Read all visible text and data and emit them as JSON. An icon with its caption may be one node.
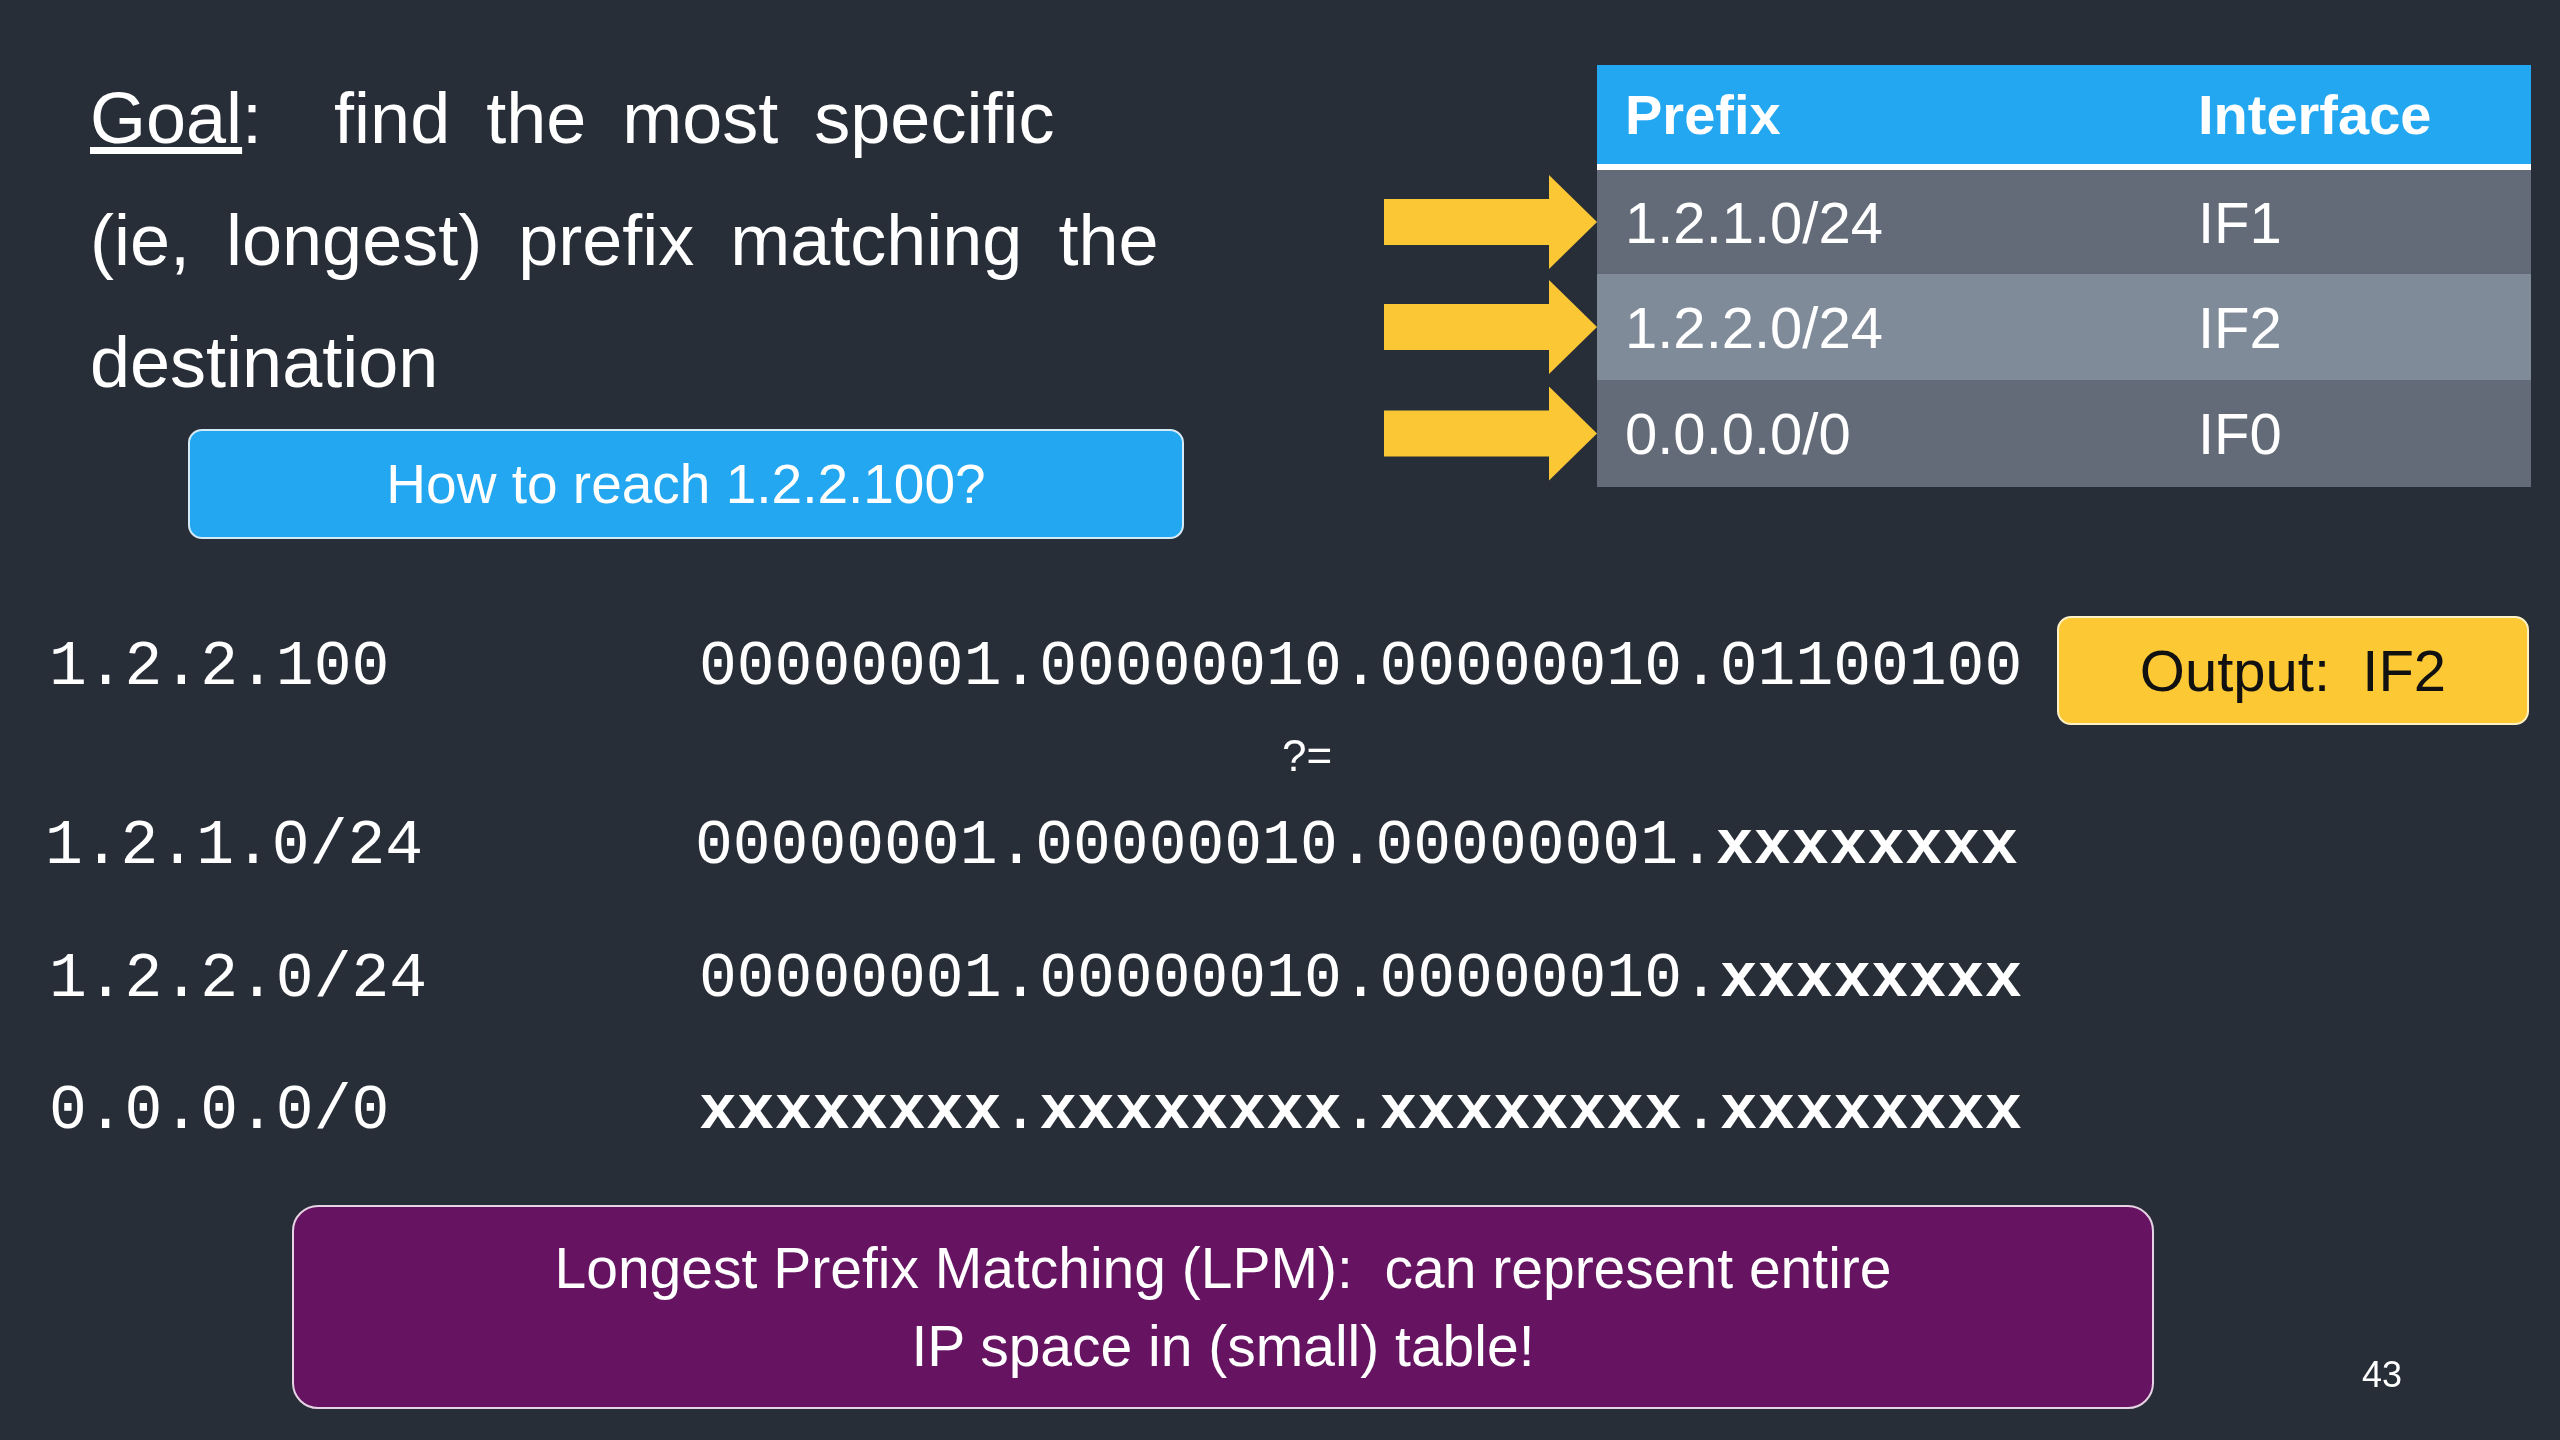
{
  "diagram": {
    "title": "Goal:  find the most specific (ie, longest) prefix matching the destination",
    "nodes": [
      {
        "text": [
          "How to reach 1.2.2.100?"
        ]
      },
      {
        "text": [
          "Prefix",
          "Interface"
        ]
      },
      {
        "text": [
          "1.2.1.0/24",
          "IF1"
        ]
      },
      {
        "text": [
          "1.2.2.0/24",
          "IF2"
        ]
      },
      {
        "text": [
          "0.0.0.0/0",
          "IF0"
        ]
      },
      {
        "text": [
          "Output:  IF2"
        ]
      },
      {
        "text": [
          "Longest Prefix Matching (LPM):  can represent entire IP space in (small) table!"
        ]
      }
    ],
    "edges": [
      {
        "from": null,
        "to": 2,
        "arrow": "to"
      },
      {
        "from": null,
        "to": 3,
        "arrow": "to"
      },
      {
        "from": null,
        "to": 4,
        "arrow": "to"
      }
    ],
    "labels": [
      "1.2.2.100",
      "00000001.00000010.00000010.01100100",
      "?=",
      "1.2.1.0/24",
      "00000001.00000010.00000001.xxxxxxxx",
      "1.2.2.0/24",
      "00000001.00000010.00000010.xxxxxxxx",
      "0.0.0.0/0",
      "xxxxxxxx.xxxxxxxx.xxxxxxxx.xxxxxxxx",
      "43"
    ]
  }
}
